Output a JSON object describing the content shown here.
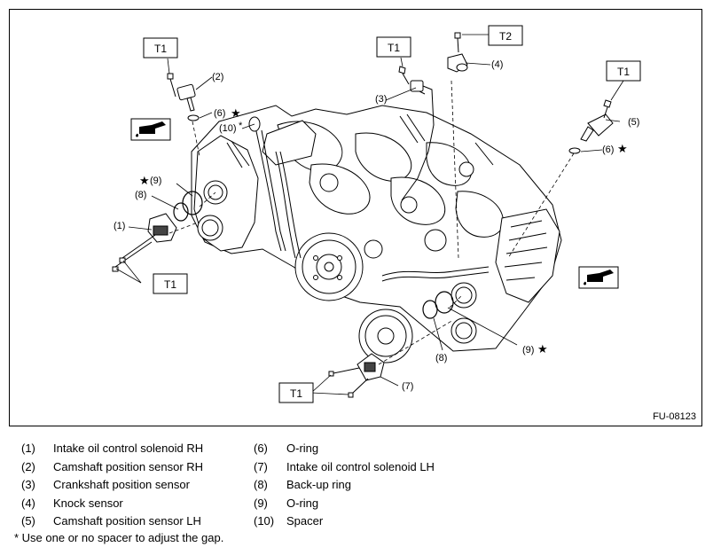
{
  "figure": {
    "code": "FU-08123",
    "torque_labels": {
      "t1": "T1",
      "t2": "T2"
    },
    "callouts": {
      "c1": "(1)",
      "c2": "(2)",
      "c3": "(3)",
      "c4": "(4)",
      "c5": "(5)",
      "c6a": "(6)",
      "c6b": "(6)",
      "c7": "(7)",
      "c8a": "(8)",
      "c8b": "(8)",
      "c9a": "(9)",
      "c9b": "(9)",
      "c10": "(10)"
    },
    "marks": {
      "star": "★",
      "asterisk": "*"
    },
    "icons": [
      "oil-can-icon",
      "oil-can-icon"
    ]
  },
  "legend": {
    "left": [
      {
        "num": "(1)",
        "label": "Intake oil control solenoid RH"
      },
      {
        "num": "(2)",
        "label": "Camshaft position sensor RH"
      },
      {
        "num": "(3)",
        "label": "Crankshaft position sensor"
      },
      {
        "num": "(4)",
        "label": "Knock sensor"
      },
      {
        "num": "(5)",
        "label": "Camshaft position sensor LH"
      }
    ],
    "right": [
      {
        "num": "(6)",
        "label": "O-ring"
      },
      {
        "num": "(7)",
        "label": "Intake oil control solenoid LH"
      },
      {
        "num": "(8)",
        "label": "Back-up ring"
      },
      {
        "num": "(9)",
        "label": "O-ring"
      },
      {
        "num": "(10)",
        "label": "Spacer"
      }
    ]
  },
  "footnote": "* Use one or no spacer to adjust the gap."
}
